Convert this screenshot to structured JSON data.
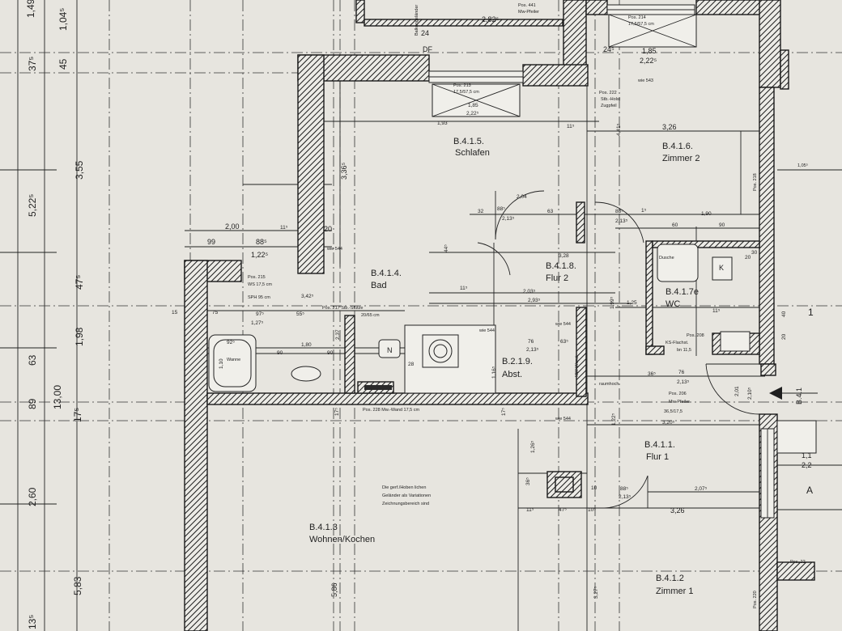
{
  "rooms": {
    "schlafen": {
      "code": "B.4.1.5.",
      "name": "Schlafen"
    },
    "zimmer2": {
      "code": "B.4.1.6.",
      "name": "Zimmer 2"
    },
    "bad": {
      "code": "B.4.1.4.",
      "name": "Bad"
    },
    "flur2": {
      "code": "B.4.1.8.",
      "name": "Flur 2"
    },
    "wc": {
      "code": "B.4.1.7e",
      "name": "WC"
    },
    "abst": {
      "code": "B.2.1.9.",
      "name": "Abst."
    },
    "flur1": {
      "code": "B.4.1.1.",
      "name": "Flur 1"
    },
    "wohnen": {
      "code": "B.4.1.3",
      "name": "Wohnen/Kochen"
    },
    "zimmer1": {
      "code": "B.4.1.2",
      "name": "Zimmer 1"
    }
  },
  "left_dims": {
    "col1": [
      "1,49",
      "37⁵",
      "5,22⁵",
      "63",
      "89",
      "2,60",
      "13⁵"
    ],
    "col2": [
      "1,04⁵",
      "45",
      "3,55",
      "47⁵",
      "1,98",
      "13,00",
      "17⁵",
      "5,83"
    ]
  },
  "dims": {
    "top_282": "2,82⁵",
    "top_24": "24",
    "top_df": "DF",
    "top_185": "1,85",
    "top_222": "2,22⁵",
    "top_245": "24⁵",
    "sch_185": "1,85",
    "sch_222": "2,22⁵",
    "sch_193": "1,93",
    "sch_11": "11⁵",
    "sch_336": "3,36⁵",
    "z2_326": "3,26",
    "z2_441": "4,41⁵",
    "z2_105": "1,05⁵",
    "d_200": "2,00",
    "d_99": "99",
    "d_885": "88⁵",
    "d_122": "1,22⁵",
    "d_115": "11⁵",
    "d_20": "20",
    "f2_204": "2,04",
    "f2_32": "32",
    "f2_885": "88⁵",
    "f2_213": "2,13⁵",
    "f2_63": "63",
    "f2_885b": "88⁵",
    "f2_213b": "2,13⁵",
    "f2_1": "1⁵",
    "f2_60": "60",
    "f2_190": "1,90",
    "f2_90": "90",
    "f2_328": "3,28",
    "f2_445": "44⁵",
    "f2_203": "2,03⁵",
    "f2_293": "2,93⁵",
    "f2_125": "1,25",
    "wc_20": "20",
    "wc_30": "30",
    "wc_40": "40",
    "wc_115": "11⁵",
    "wc_20b": "20",
    "bad_342": "3,42⁵",
    "bad_975": "97⁵",
    "bad_127": "1,27⁵",
    "bad_555": "55⁵",
    "bad_237": "2,37",
    "bad_180": "1,80",
    "bad_90": "90",
    "bad_90b": "90",
    "bad_110": "1,10",
    "bad_925": "92⁵",
    "bad_15": "15",
    "bad_75": "75",
    "ab_76": "76",
    "ab_213": "2,13⁵",
    "ab_635": "63⁵",
    "ab_116": "1,16⁵",
    "ab_28": "28",
    "ab_365": "36⁵",
    "ab_76b": "76",
    "ab_213b": "2,13⁵",
    "ab_199": "1,99⁵",
    "ab_115": "11⁵",
    "f1_320": "3,20⁵",
    "f1_201": "2,01",
    "f1_210": "2,10⁵",
    "f1_126": "1,26⁵",
    "f1_122": "1,22⁵",
    "f1_365": "36⁵",
    "f1_115": "11⁵",
    "f1_475": "47⁵",
    "f1_105": "10⁵",
    "f1_10": "10",
    "f1_885": "88⁵",
    "f1_213": "2,13⁵",
    "f1_207": "2,07⁵",
    "z1_326": "3,26",
    "z1_327": "3,27⁵",
    "w_586": "5,86",
    "w_175": "17⁵",
    "w_175b": "17⁵",
    "r_11": "1,1",
    "r_22": "2,2",
    "r_a": "A",
    "r_1": "1",
    "r_b41": "B.4.1",
    "r_pos22": "Pos. 22",
    "r_pos220": "Pos. 220",
    "r_pos218": "Pos. 218"
  },
  "annotations": {
    "pos441": "Pos. 441",
    "mwpfeiler": "Mw-Pfeiler",
    "balkongelaender": "Balkongeländer",
    "pos214": "Pos. 214",
    "pos214dim": "17,5/57,5 cm",
    "pos213": "Pos. 213",
    "pos213dim": "17,5/57,5 cm",
    "pos222": "Pos. 222",
    "stbhinweis": "Stb.-Holst",
    "zugpfeil": "Zugpfeil",
    "wie543": "wie 543",
    "wie544a": "wie 544",
    "pos215": "Pos. 215",
    "pos215dim": "WS 17,5 cm",
    "sph": "SPH 95 cm",
    "pos217": "Pos. 217 Stb.-Stütze",
    "pos217dim": "20/65 cm",
    "pos228": "Pos. 228 Mw.-Wand 17,5 cm",
    "wie544b": "wie 544",
    "wie544c": "wie 544",
    "wie544d": "wie 544",
    "pos208": "Pos. 208",
    "ksflach": "KS-Flachst.",
    "ksflachdim": "bn 11,5",
    "pos206": "Pos. 206",
    "pos206mw": "Mw-Pfeiler",
    "pos206dim": "36,5/17,5",
    "mwwand": "MW-Wand",
    "raumhoch": "raumhoch",
    "dusche": "Dusche",
    "wanne": "Wanne",
    "note1": "Die gerf./Hoben lichen",
    "note2": "Geländer als Variationen",
    "note3": "Zeichnungsbereich sind",
    "k": "K",
    "n": "N"
  }
}
